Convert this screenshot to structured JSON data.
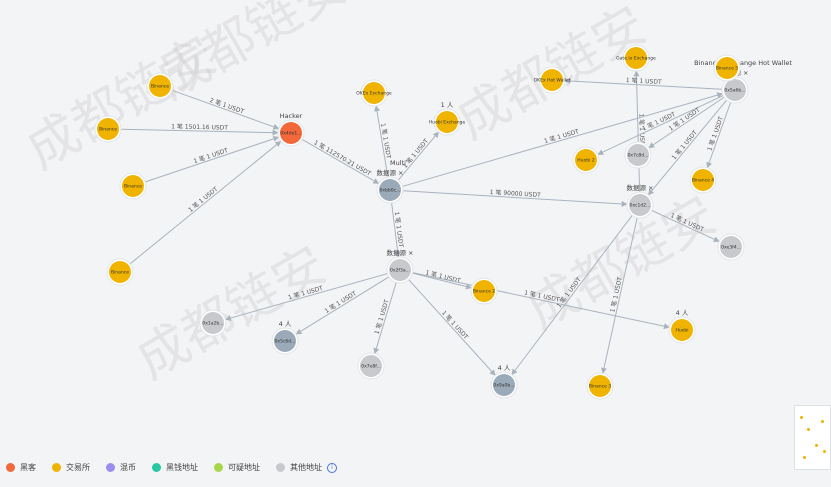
{
  "watermark": "成都链安",
  "colors": {
    "orange": "#f2683a",
    "yellow": "#f0b400",
    "grey": "#c7c9cc",
    "bluegrey": "#9aaab9",
    "outline": "#e2e4e7",
    "center_label": "#f57c3b"
  },
  "legend": [
    {
      "label": "黑客",
      "color": "#f2683a"
    },
    {
      "label": "交易所",
      "color": "#f0b400"
    },
    {
      "label": "混币",
      "color": "#9b8df0"
    },
    {
      "label": "黑钱地址",
      "color": "#27c7a4"
    },
    {
      "label": "可疑地址",
      "color": "#a6d64a"
    },
    {
      "label": "其他地址",
      "color": "#c7c9cc",
      "info_icon": "info-circle-icon"
    }
  ],
  "nodes": [
    {
      "id": "a",
      "type": "yellow",
      "text": "Binance"
    },
    {
      "id": "b",
      "type": "yellow",
      "text": "Binance"
    },
    {
      "id": "c",
      "type": "yellow",
      "text": "Binance"
    },
    {
      "id": "d",
      "type": "yellow",
      "text": "Binance"
    },
    {
      "id": "hacker",
      "type": "orange",
      "text": "0x4de1...",
      "label": "Hacker",
      "label_color": "#f57c3b"
    },
    {
      "id": "hub1",
      "type": "bluegrey",
      "text": "0xbb0c...",
      "label": "数据源 ×",
      "sublabel": "Multi"
    },
    {
      "id": "e",
      "type": "yellow",
      "text": "OKEx Exchange"
    },
    {
      "id": "f",
      "type": "yellow",
      "text": "Huobi Exchange",
      "label": "1 人"
    },
    {
      "id": "hub2",
      "type": "grey",
      "text": "0x2f3a...",
      "label": "数据源 ×"
    },
    {
      "id": "g",
      "type": "yellow",
      "text": "Binance 2"
    },
    {
      "id": "h",
      "type": "grey",
      "text": "0x1a2b..."
    },
    {
      "id": "i",
      "type": "bluegrey",
      "text": "0x5c6d...",
      "label": "4 人"
    },
    {
      "id": "j",
      "type": "grey",
      "text": "0x7e8f..."
    },
    {
      "id": "k",
      "type": "yellow",
      "text": "Huobi",
      "label": "4 人"
    },
    {
      "id": "l",
      "type": "bluegrey",
      "text": "0x9a0b...",
      "label": "4 人"
    },
    {
      "id": "hub3",
      "type": "grey",
      "text": "0xc1d2...",
      "label": "数据源 ×"
    },
    {
      "id": "m",
      "type": "grey",
      "text": "0xe3f4..."
    },
    {
      "id": "n",
      "type": "yellow",
      "text": "Binance 3"
    },
    {
      "id": "o",
      "type": "yellow",
      "text": "Gate.io Exchange"
    },
    {
      "id": "hub4",
      "type": "grey",
      "text": "0x5a6b...",
      "label": "数据源 ×",
      "sublabel": "Binance: Exchange Hot Wallet"
    },
    {
      "id": "p",
      "type": "yellow",
      "text": "OKEx Hot Wallet"
    },
    {
      "id": "q",
      "type": "yellow",
      "text": "Huobi 2"
    },
    {
      "id": "r",
      "type": "yellow",
      "text": "Binance 4"
    },
    {
      "id": "s",
      "type": "grey",
      "text": "0x7c8d..."
    },
    {
      "id": "t",
      "type": "yellow",
      "text": "Binance 5"
    }
  ],
  "edges": [
    {
      "from": "a",
      "to": "hacker",
      "label": "2 笔 1 USDT"
    },
    {
      "from": "b",
      "to": "hacker",
      "label": "1 笔 1501.16 USDT"
    },
    {
      "from": "c",
      "to": "hacker",
      "label": "1 笔 1 USDT"
    },
    {
      "from": "d",
      "to": "hacker",
      "label": "1 笔 1 USDT"
    },
    {
      "from": "hacker",
      "to": "hub1",
      "label": "1 笔 112570.21 USDT"
    },
    {
      "from": "hub1",
      "to": "e",
      "label": "1 笔 1 USDT"
    },
    {
      "from": "hub1",
      "to": "f",
      "label": "1 笔 1 USDT"
    },
    {
      "from": "hub1",
      "to": "hub2",
      "label": "1 笔 1 USDT"
    },
    {
      "from": "hub1",
      "to": "hub3",
      "label": "1 笔 90000 USDT"
    },
    {
      "from": "hub1",
      "to": "hub4",
      "label": "1 笔 1 USDT"
    },
    {
      "from": "hub2",
      "to": "g",
      "label": "1 笔 1 USDT"
    },
    {
      "from": "hub2",
      "to": "h",
      "label": "1 笔 1 USDT"
    },
    {
      "from": "hub2",
      "to": "i",
      "label": "1 笔 1 USDT"
    },
    {
      "from": "hub2",
      "to": "j",
      "label": "1 笔 1 USDT"
    },
    {
      "from": "hub2",
      "to": "k",
      "label": "1 笔 1 USDT"
    },
    {
      "from": "hub2",
      "to": "l",
      "label": "1 笔 1 USDT"
    },
    {
      "from": "hub3",
      "to": "l",
      "label": "1 笔 1 USDT"
    },
    {
      "from": "hub3",
      "to": "m",
      "label": "1 笔 1 USDT"
    },
    {
      "from": "hub3",
      "to": "n",
      "label": "1 笔 1 USDT"
    },
    {
      "from": "hub3",
      "to": "o",
      "label": "1 笔 1 USDT"
    },
    {
      "from": "hub4",
      "to": "hub3",
      "label": "1 笔 1 USDT"
    },
    {
      "from": "hub4",
      "to": "p",
      "label": "1 笔 1 USDT"
    },
    {
      "from": "hub4",
      "to": "q",
      "label": "1 笔 1 USDT"
    },
    {
      "from": "hub4",
      "to": "r",
      "label": "1 笔 1 USDT"
    },
    {
      "from": "hub4",
      "to": "s",
      "label": "1 笔 1 USDT"
    },
    {
      "from": "hub4",
      "to": "t",
      "label": "1 笔 1 USDT"
    }
  ]
}
